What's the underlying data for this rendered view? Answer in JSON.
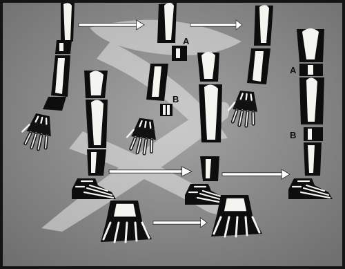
{
  "illustration": {
    "labels": {
      "seg_a_top": "A",
      "seg_b_top": "B",
      "seg_a_right": "A",
      "seg_b_right": "B"
    },
    "colors": {
      "background": "#8c8c8c",
      "frame": "#141414",
      "bone": "#f4f4f0",
      "limb": "#0d0d0d",
      "arrow": "#ffffff"
    }
  }
}
